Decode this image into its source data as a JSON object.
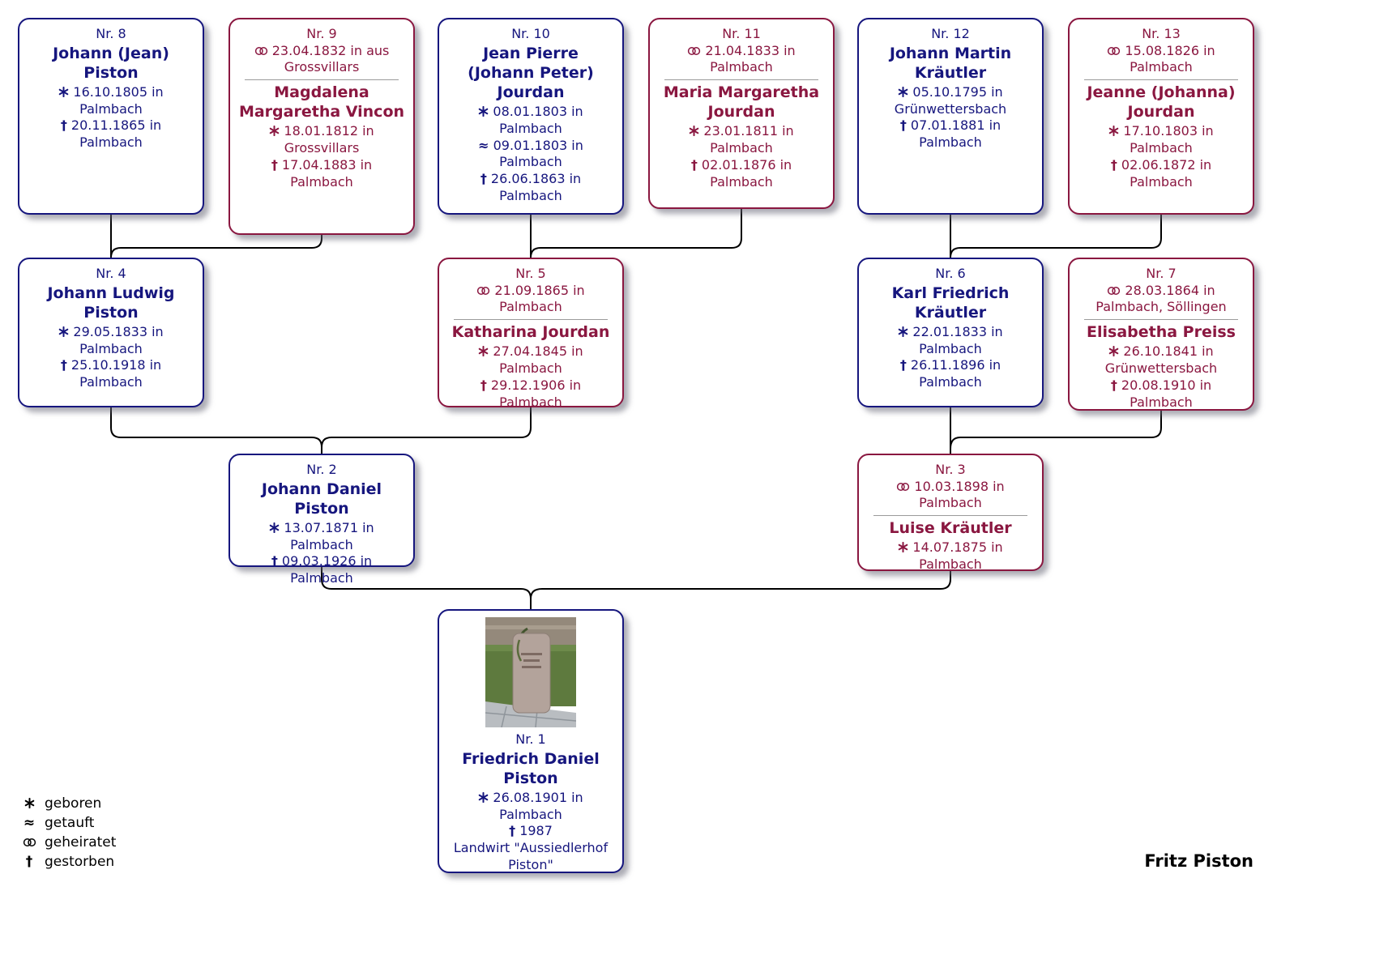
{
  "credit": "Fritz Piston",
  "colors": {
    "male": "#16167e",
    "female": "#8a1740",
    "connector": "#000000"
  },
  "symbols": {
    "baptized": "≈",
    "died": "†"
  },
  "legend": {
    "born": "geboren",
    "baptized": "getauft",
    "married": "geheiratet",
    "died": "gestorben"
  },
  "persons": {
    "nr1": {
      "number": "Nr. 1",
      "name": "Friedrich Daniel Piston",
      "born": "26.08.1901 in Palmbach",
      "died": "1987",
      "occupation": "Landwirt \"Aussiedlerhof Piston\"",
      "photo": "gravestone-photo"
    },
    "nr2": {
      "number": "Nr. 2",
      "name": "Johann Daniel Piston",
      "born": "13.07.1871 in Palmbach",
      "died": "09.03.1926 in Palmbach"
    },
    "nr3": {
      "number": "Nr. 3",
      "married": "10.03.1898 in Palmbach",
      "name": "Luise Kräutler",
      "born": "14.07.1875 in Palmbach"
    },
    "nr4": {
      "number": "Nr. 4",
      "name": "Johann Ludwig Piston",
      "born": "29.05.1833 in Palmbach",
      "died": "25.10.1918 in Palmbach"
    },
    "nr5": {
      "number": "Nr. 5",
      "married": "21.09.1865 in Palmbach",
      "name": "Katharina Jourdan",
      "born": "27.04.1845 in Palmbach",
      "died": "29.12.1906 in Palmbach"
    },
    "nr6": {
      "number": "Nr. 6",
      "name": "Karl Friedrich Kräutler",
      "born": "22.01.1833 in Palmbach",
      "died": "26.11.1896 in Palmbach"
    },
    "nr7": {
      "number": "Nr. 7",
      "married": "28.03.1864 in Palmbach, Söllingen",
      "name": "Elisabetha Preiss",
      "born": "26.10.1841 in Grünwettersbach",
      "died": "20.08.1910 in Palmbach"
    },
    "nr8": {
      "number": "Nr. 8",
      "name": "Johann (Jean) Piston",
      "born": "16.10.1805 in Palmbach",
      "died": "20.11.1865 in Palmbach"
    },
    "nr9": {
      "number": "Nr. 9",
      "married": "23.04.1832 in aus Grossvillars",
      "name": "Magdalena Margaretha Vincon",
      "born": "18.01.1812 in Grossvillars",
      "died": "17.04.1883 in Palmbach"
    },
    "nr10": {
      "number": "Nr. 10",
      "name": "Jean Pierre (Johann Peter) Jourdan",
      "born": "08.01.1803 in Palmbach",
      "baptized": "09.01.1803 in Palmbach",
      "died": "26.06.1863 in Palmbach"
    },
    "nr11": {
      "number": "Nr. 11",
      "married": "21.04.1833 in Palmbach",
      "name": "Maria Margaretha Jourdan",
      "born": "23.01.1811 in Palmbach",
      "died": "02.01.1876 in Palmbach"
    },
    "nr12": {
      "number": "Nr. 12",
      "name": "Johann Martin Kräutler",
      "born": "05.10.1795 in Grünwettersbach",
      "died": "07.01.1881 in Palmbach"
    },
    "nr13": {
      "number": "Nr. 13",
      "married": "15.08.1826 in Palmbach",
      "name": "Jeanne (Johanna) Jourdan",
      "born": "17.10.1803 in Palmbach",
      "died": "02.06.1872 in Palmbach"
    }
  }
}
